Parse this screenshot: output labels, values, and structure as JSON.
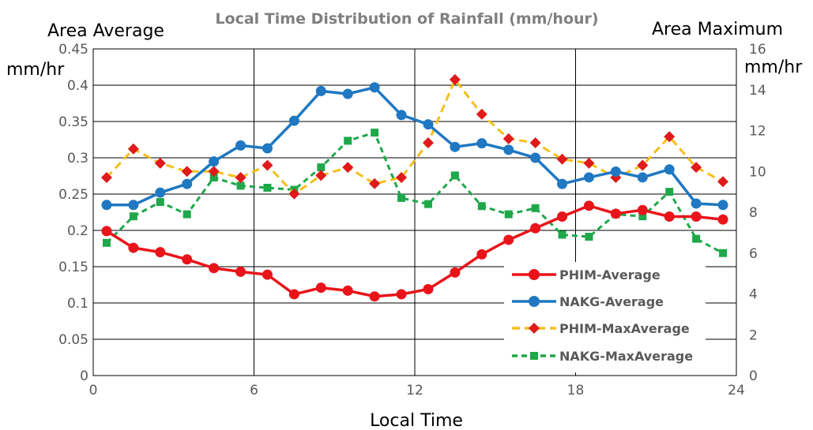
{
  "chart_data": {
    "type": "line",
    "title": "Local Time Distribution of Rainfall (mm/hour)",
    "left_axis_title": "Area Average",
    "right_axis_title": "Area Maximum",
    "left_unit": "mm/hr",
    "right_unit": "mm/hr",
    "xlabel": "Local Time",
    "xlim": [
      0,
      24
    ],
    "xticks": [
      0,
      6,
      12,
      18,
      24
    ],
    "ylim_left": [
      0,
      0.45
    ],
    "yticks_left": [
      0,
      0.05,
      0.1,
      0.15,
      0.2,
      0.25,
      0.3,
      0.35,
      0.4,
      0.45
    ],
    "ytick_labels_left": [
      "0",
      "0.05",
      "0.1",
      "0.15",
      "0.2",
      "0.25",
      "0.3",
      "0.35",
      "0.4",
      "0.45"
    ],
    "ylim_right": [
      0,
      16
    ],
    "yticks_right": [
      0,
      2,
      4,
      6,
      8,
      10,
      12,
      14,
      16
    ],
    "grid": true,
    "legend_position": "bottom-right",
    "x": [
      0.5,
      1.5,
      2.5,
      3.5,
      4.5,
      5.5,
      6.5,
      7.5,
      8.5,
      9.5,
      10.5,
      11.5,
      12.5,
      13.5,
      14.5,
      15.5,
      16.5,
      17.5,
      18.5,
      19.5,
      20.5,
      21.5,
      22.5,
      23.5
    ],
    "series": [
      {
        "name": "PHIM-Average",
        "axis": "left",
        "color": "#e8141a",
        "line_style": "solid",
        "marker": "circle",
        "values": [
          0.199,
          0.176,
          0.17,
          0.16,
          0.148,
          0.143,
          0.139,
          0.112,
          0.121,
          0.117,
          0.109,
          0.112,
          0.119,
          0.142,
          0.167,
          0.187,
          0.203,
          0.219,
          0.234,
          0.223,
          0.228,
          0.219,
          0.219,
          0.215
        ]
      },
      {
        "name": "NAKG-Average",
        "axis": "left",
        "color": "#1f78c1",
        "line_style": "solid",
        "marker": "circle",
        "values": [
          0.235,
          0.235,
          0.252,
          0.264,
          0.295,
          0.317,
          0.313,
          0.351,
          0.392,
          0.388,
          0.397,
          0.359,
          0.346,
          0.315,
          0.32,
          0.311,
          0.3,
          0.264,
          0.273,
          0.281,
          0.273,
          0.284,
          0.237,
          0.235
        ]
      },
      {
        "name": "PHIM-MaxAverage",
        "axis": "right",
        "color": "#f5be1a",
        "marker_color": "#e01a1a",
        "line_style": "dashed",
        "marker": "diamond",
        "values": [
          9.7,
          11.1,
          10.4,
          10.0,
          10.0,
          9.7,
          10.3,
          8.9,
          9.8,
          10.2,
          9.4,
          9.7,
          11.4,
          14.5,
          12.8,
          11.6,
          11.4,
          10.6,
          10.4,
          9.7,
          10.3,
          11.7,
          10.2,
          9.5
        ]
      },
      {
        "name": "NAKG-MaxAverage",
        "axis": "right",
        "color": "#1ea84a",
        "line_style": "dashed",
        "marker": "square",
        "values": [
          6.5,
          7.8,
          8.5,
          7.9,
          9.7,
          9.3,
          9.2,
          9.1,
          10.2,
          11.5,
          11.9,
          8.7,
          8.4,
          9.8,
          8.3,
          7.9,
          8.2,
          6.9,
          6.8,
          7.9,
          7.8,
          9.0,
          6.7,
          6.0
        ]
      }
    ]
  }
}
